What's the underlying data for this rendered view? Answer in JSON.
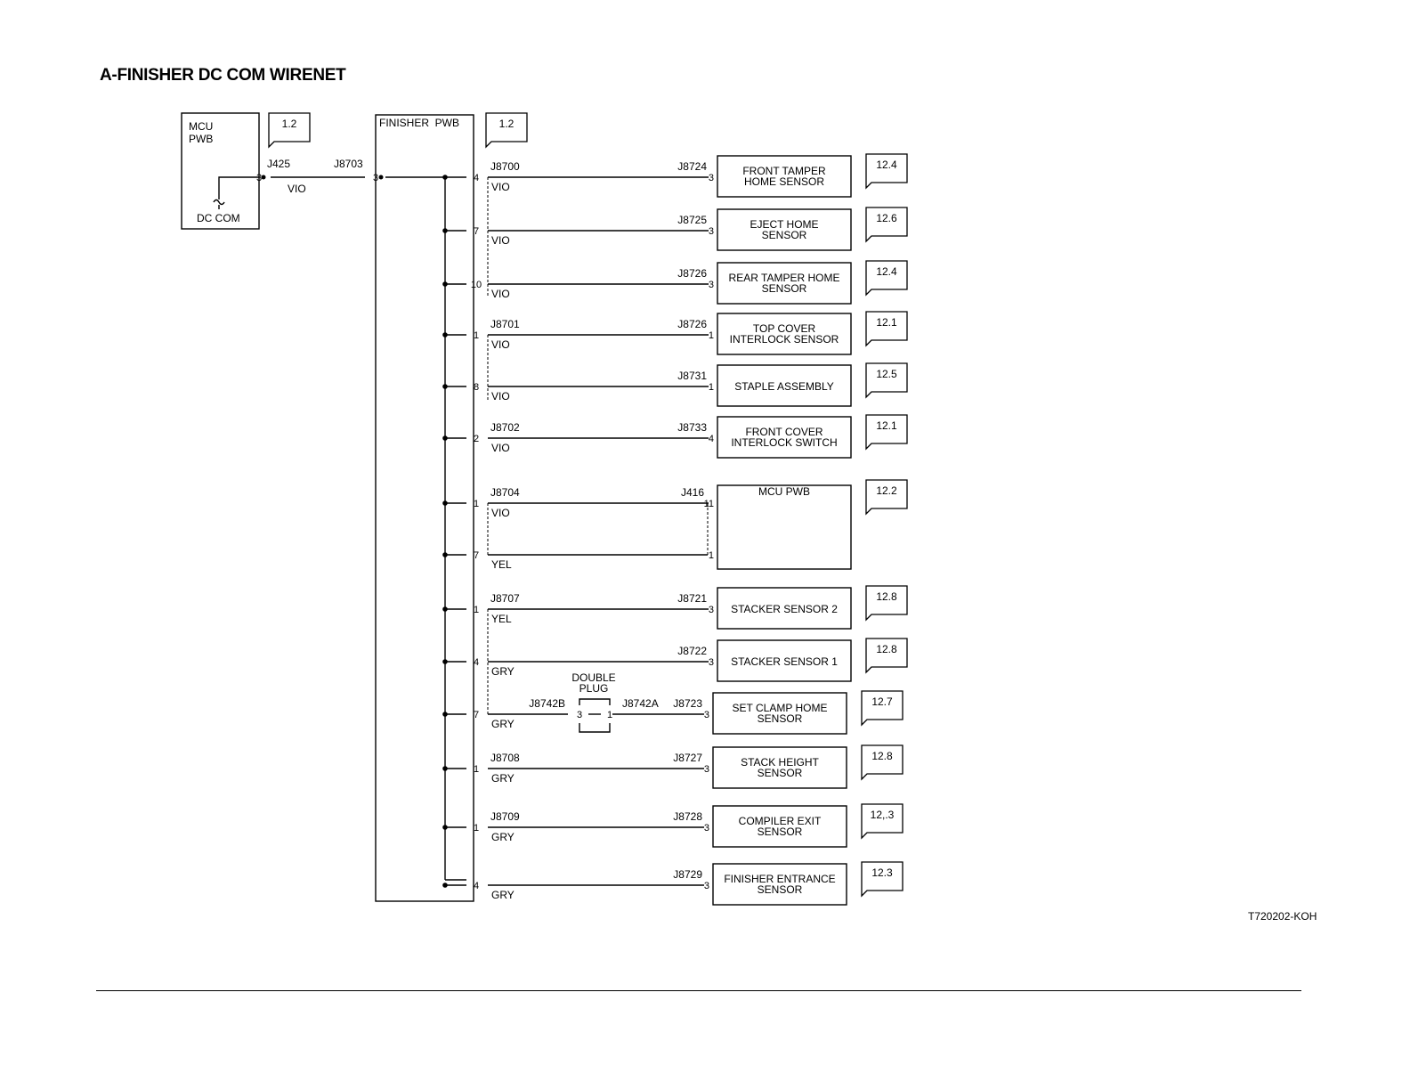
{
  "title": "A-FINISHER DC COM WIRENET",
  "figure_id": "T720202-KOH",
  "mcu": {
    "label_lines": [
      "MCU",
      "PWB"
    ],
    "ref": "1.2",
    "connector": "J425",
    "pin": "3",
    "wire": "VIO",
    "ground_label": "DC COM"
  },
  "finisher_pwb": {
    "label": "FINISHER  PWB",
    "ref": "1.2",
    "in_connector": "J8703",
    "in_pin": "3"
  },
  "branches": [
    {
      "fpin": "4",
      "fconn": "J8700",
      "color": "VIO",
      "dconn": "J8724",
      "dpin": "3",
      "device": [
        "FRONT TAMPER",
        "HOME SENSOR"
      ],
      "ref": "12.4"
    },
    {
      "fpin": "7",
      "fconn": "",
      "color": "VIO",
      "dconn": "J8725",
      "dpin": "3",
      "device": [
        "EJECT HOME",
        "SENSOR"
      ],
      "ref": "12.6"
    },
    {
      "fpin": "10",
      "fconn": "",
      "color": "VIO",
      "dconn": "J8726",
      "dpin": "3",
      "device": [
        "REAR TAMPER HOME",
        "SENSOR"
      ],
      "ref": "12.4"
    },
    {
      "fpin": "1",
      "fconn": "J8701",
      "color": "VIO",
      "dconn": "J8726",
      "dpin": "1",
      "device": [
        "TOP COVER",
        "INTERLOCK SENSOR"
      ],
      "ref": "12.1"
    },
    {
      "fpin": "8",
      "fconn": "",
      "color": "VIO",
      "dconn": "J8731",
      "dpin": "1",
      "device": [
        "STAPLE ASSEMBLY"
      ],
      "ref": "12.5"
    },
    {
      "fpin": "2",
      "fconn": "J8702",
      "color": "VIO",
      "dconn": "J8733",
      "dpin": "4",
      "device": [
        "FRONT COVER",
        "INTERLOCK SWITCH"
      ],
      "ref": "12.1"
    },
    {
      "fpin": "1",
      "fconn": "J8704",
      "color": "VIO",
      "dconn": "J416",
      "dpin": "11",
      "device": [
        "MCU PWB"
      ],
      "ref": "12.2"
    },
    {
      "fpin": "7",
      "fconn": "",
      "color": "YEL",
      "dconn": "",
      "dpin": "1",
      "device": [],
      "ref": ""
    },
    {
      "fpin": "1",
      "fconn": "J8707",
      "color": "YEL",
      "dconn": "J8721",
      "dpin": "3",
      "device": [
        "STACKER SENSOR 2"
      ],
      "ref": "12.8"
    },
    {
      "fpin": "4",
      "fconn": "",
      "color": "GRY",
      "dconn": "J8722",
      "dpin": "3",
      "device": [
        "STACKER SENSOR 1"
      ],
      "ref": "12.8"
    },
    {
      "fpin": "7",
      "fconn": "",
      "color": "GRY",
      "dconn": "J8723",
      "dpin": "3",
      "device": [
        "SET CLAMP HOME",
        "SENSOR"
      ],
      "ref": "12.7"
    },
    {
      "fpin": "1",
      "fconn": "J8708",
      "color": "GRY",
      "dconn": "J8727",
      "dpin": "3",
      "device": [
        "STACK HEIGHT",
        "SENSOR"
      ],
      "ref": "12.8"
    },
    {
      "fpin": "1",
      "fconn": "J8709",
      "color": "GRY",
      "dconn": "J8728",
      "dpin": "3",
      "device": [
        "COMPILER EXIT",
        "SENSOR"
      ],
      "ref": "12,.3"
    },
    {
      "fpin": "4",
      "fconn": "",
      "color": "GRY",
      "dconn": "J8729",
      "dpin": "3",
      "device": [
        "FINISHER ENTRANCE",
        "SENSOR"
      ],
      "ref": "12.3"
    }
  ],
  "double_plug": {
    "label_lines": [
      "DOUBLE",
      "PLUG"
    ],
    "left_conn": "J8742B",
    "right_conn": "J8742A",
    "left_pin": "3",
    "right_pin": "1"
  }
}
